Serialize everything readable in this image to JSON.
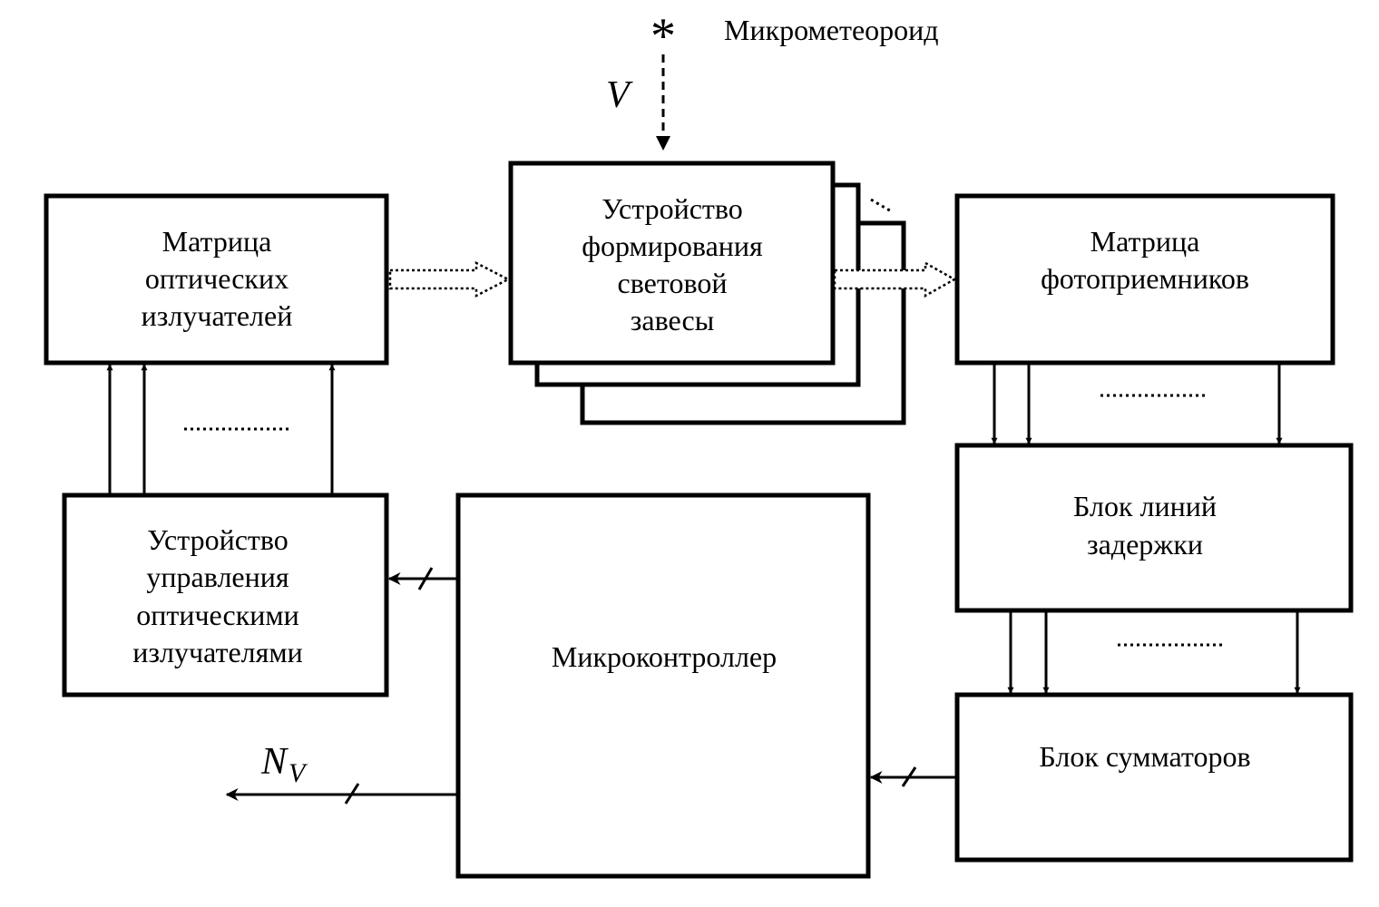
{
  "diagram": {
    "meteoroid_label": "Микрометеороид",
    "meteoroid_symbol": "*",
    "velocity_label": "V",
    "output_label_main": "N",
    "output_label_sub": "V",
    "blocks": {
      "emitter_matrix": [
        "Матрица",
        "оптических",
        "излучателей"
      ],
      "curtain_device": [
        "Устройство",
        "формирования",
        "световой",
        "завесы"
      ],
      "photodetector_matrix": [
        "Матрица",
        "фотоприемников"
      ],
      "emitter_control": [
        "Устройство",
        "управления",
        "оптическими",
        "излучателями"
      ],
      "microcontroller": [
        "Микроконтроллер"
      ],
      "delay_lines": [
        "Блок линий",
        "задержки"
      ],
      "adders": [
        "Блок сумматоров"
      ]
    }
  }
}
